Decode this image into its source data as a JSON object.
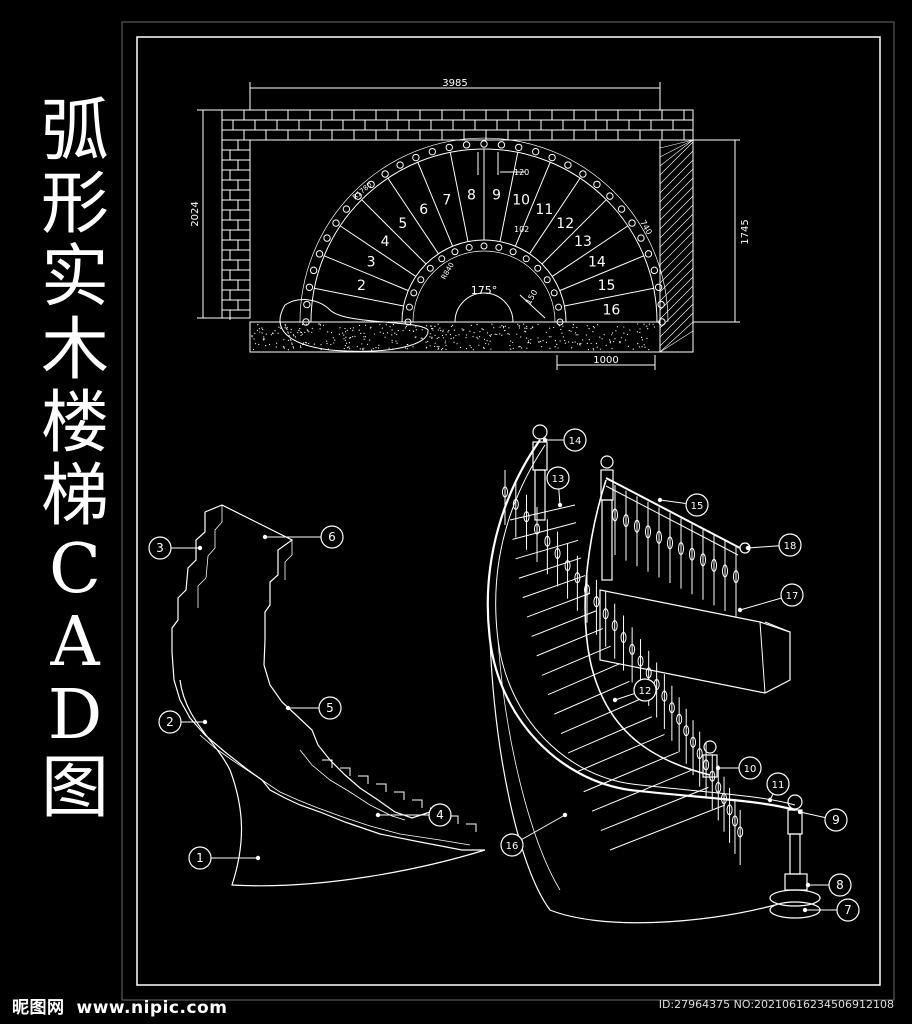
{
  "title_chars": [
    "弧",
    "形",
    "实",
    "木",
    "楼",
    "梯",
    "C",
    "A",
    "D",
    "图"
  ],
  "plan": {
    "dim_width": "3985",
    "dim_height_left": "2024",
    "dim_height_right": "1745",
    "dim_bottom": "1000",
    "angle": "175°",
    "small_dims": [
      "120",
      "102",
      "740",
      "150",
      "R1780",
      "R840"
    ],
    "step_numbers": [
      "2",
      "3",
      "4",
      "5",
      "6",
      "7",
      "8",
      "9",
      "10",
      "11",
      "12",
      "13",
      "14",
      "15",
      "16"
    ]
  },
  "callouts": [
    "1",
    "2",
    "3",
    "4",
    "5",
    "6",
    "7",
    "8",
    "9",
    "10",
    "11",
    "12",
    "13",
    "14",
    "15",
    "16",
    "17",
    "18"
  ],
  "watermark": {
    "logo": "昵图网",
    "site": "www.nipic.com",
    "id": "ID:27964375 NO:20210616234506912108"
  },
  "colors": {
    "background": "#000000",
    "line": "#ffffff"
  }
}
